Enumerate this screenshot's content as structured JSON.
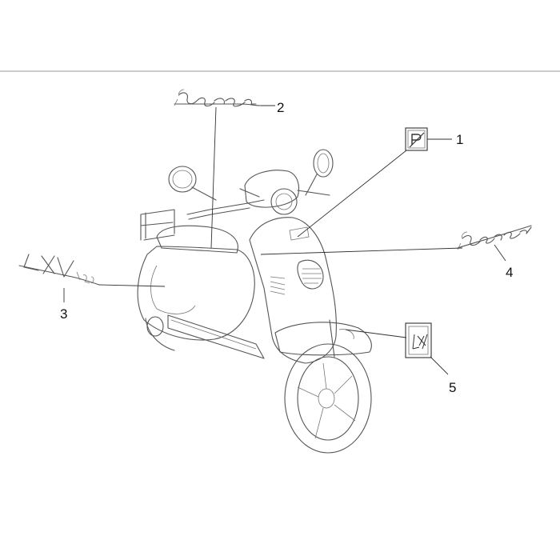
{
  "callouts": [
    {
      "id": 1,
      "label": "1"
    },
    {
      "id": 2,
      "label": "2"
    },
    {
      "id": 3,
      "label": "3"
    },
    {
      "id": 4,
      "label": "4"
    },
    {
      "id": 5,
      "label": "5"
    }
  ],
  "colors": {
    "outline": "#555555",
    "leader": "#333333",
    "rule": "#999999",
    "text": "#111111"
  }
}
